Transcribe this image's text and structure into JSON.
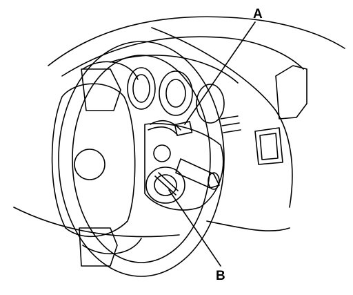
{
  "callouts": {
    "a": {
      "label": "A",
      "target": "connector"
    },
    "b": {
      "label": "B",
      "target": "switch-assembly"
    }
  },
  "colors": {
    "line": "#000000",
    "background": "#ffffff"
  }
}
